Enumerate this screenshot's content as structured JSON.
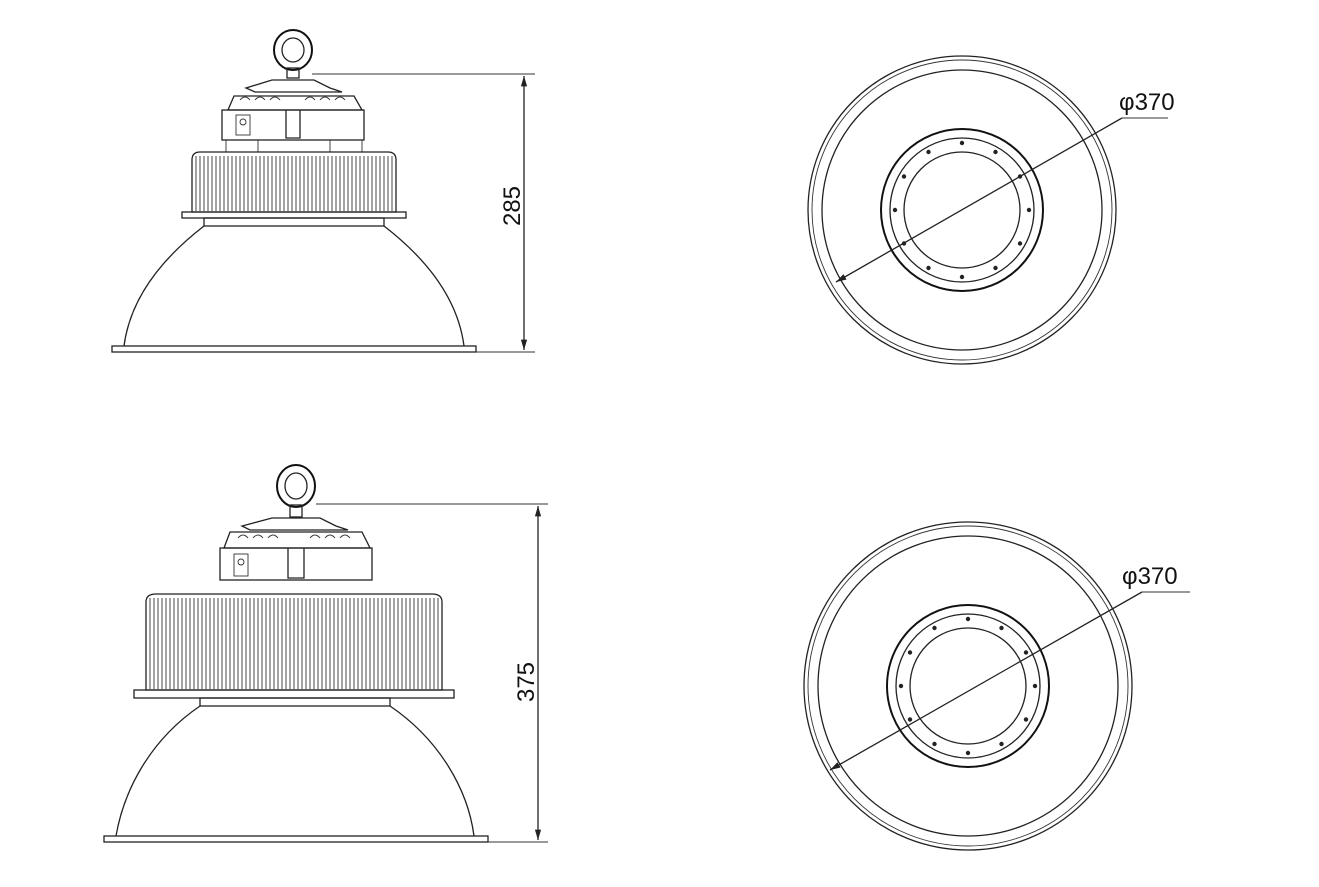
{
  "views": {
    "side_small": {
      "height_label": "285"
    },
    "top_small": {
      "diameter_label": "φ370"
    },
    "side_large": {
      "height_label": "375"
    },
    "top_large": {
      "diameter_label": "φ370"
    }
  },
  "colors": {
    "line": "#222222",
    "background": "#ffffff"
  }
}
